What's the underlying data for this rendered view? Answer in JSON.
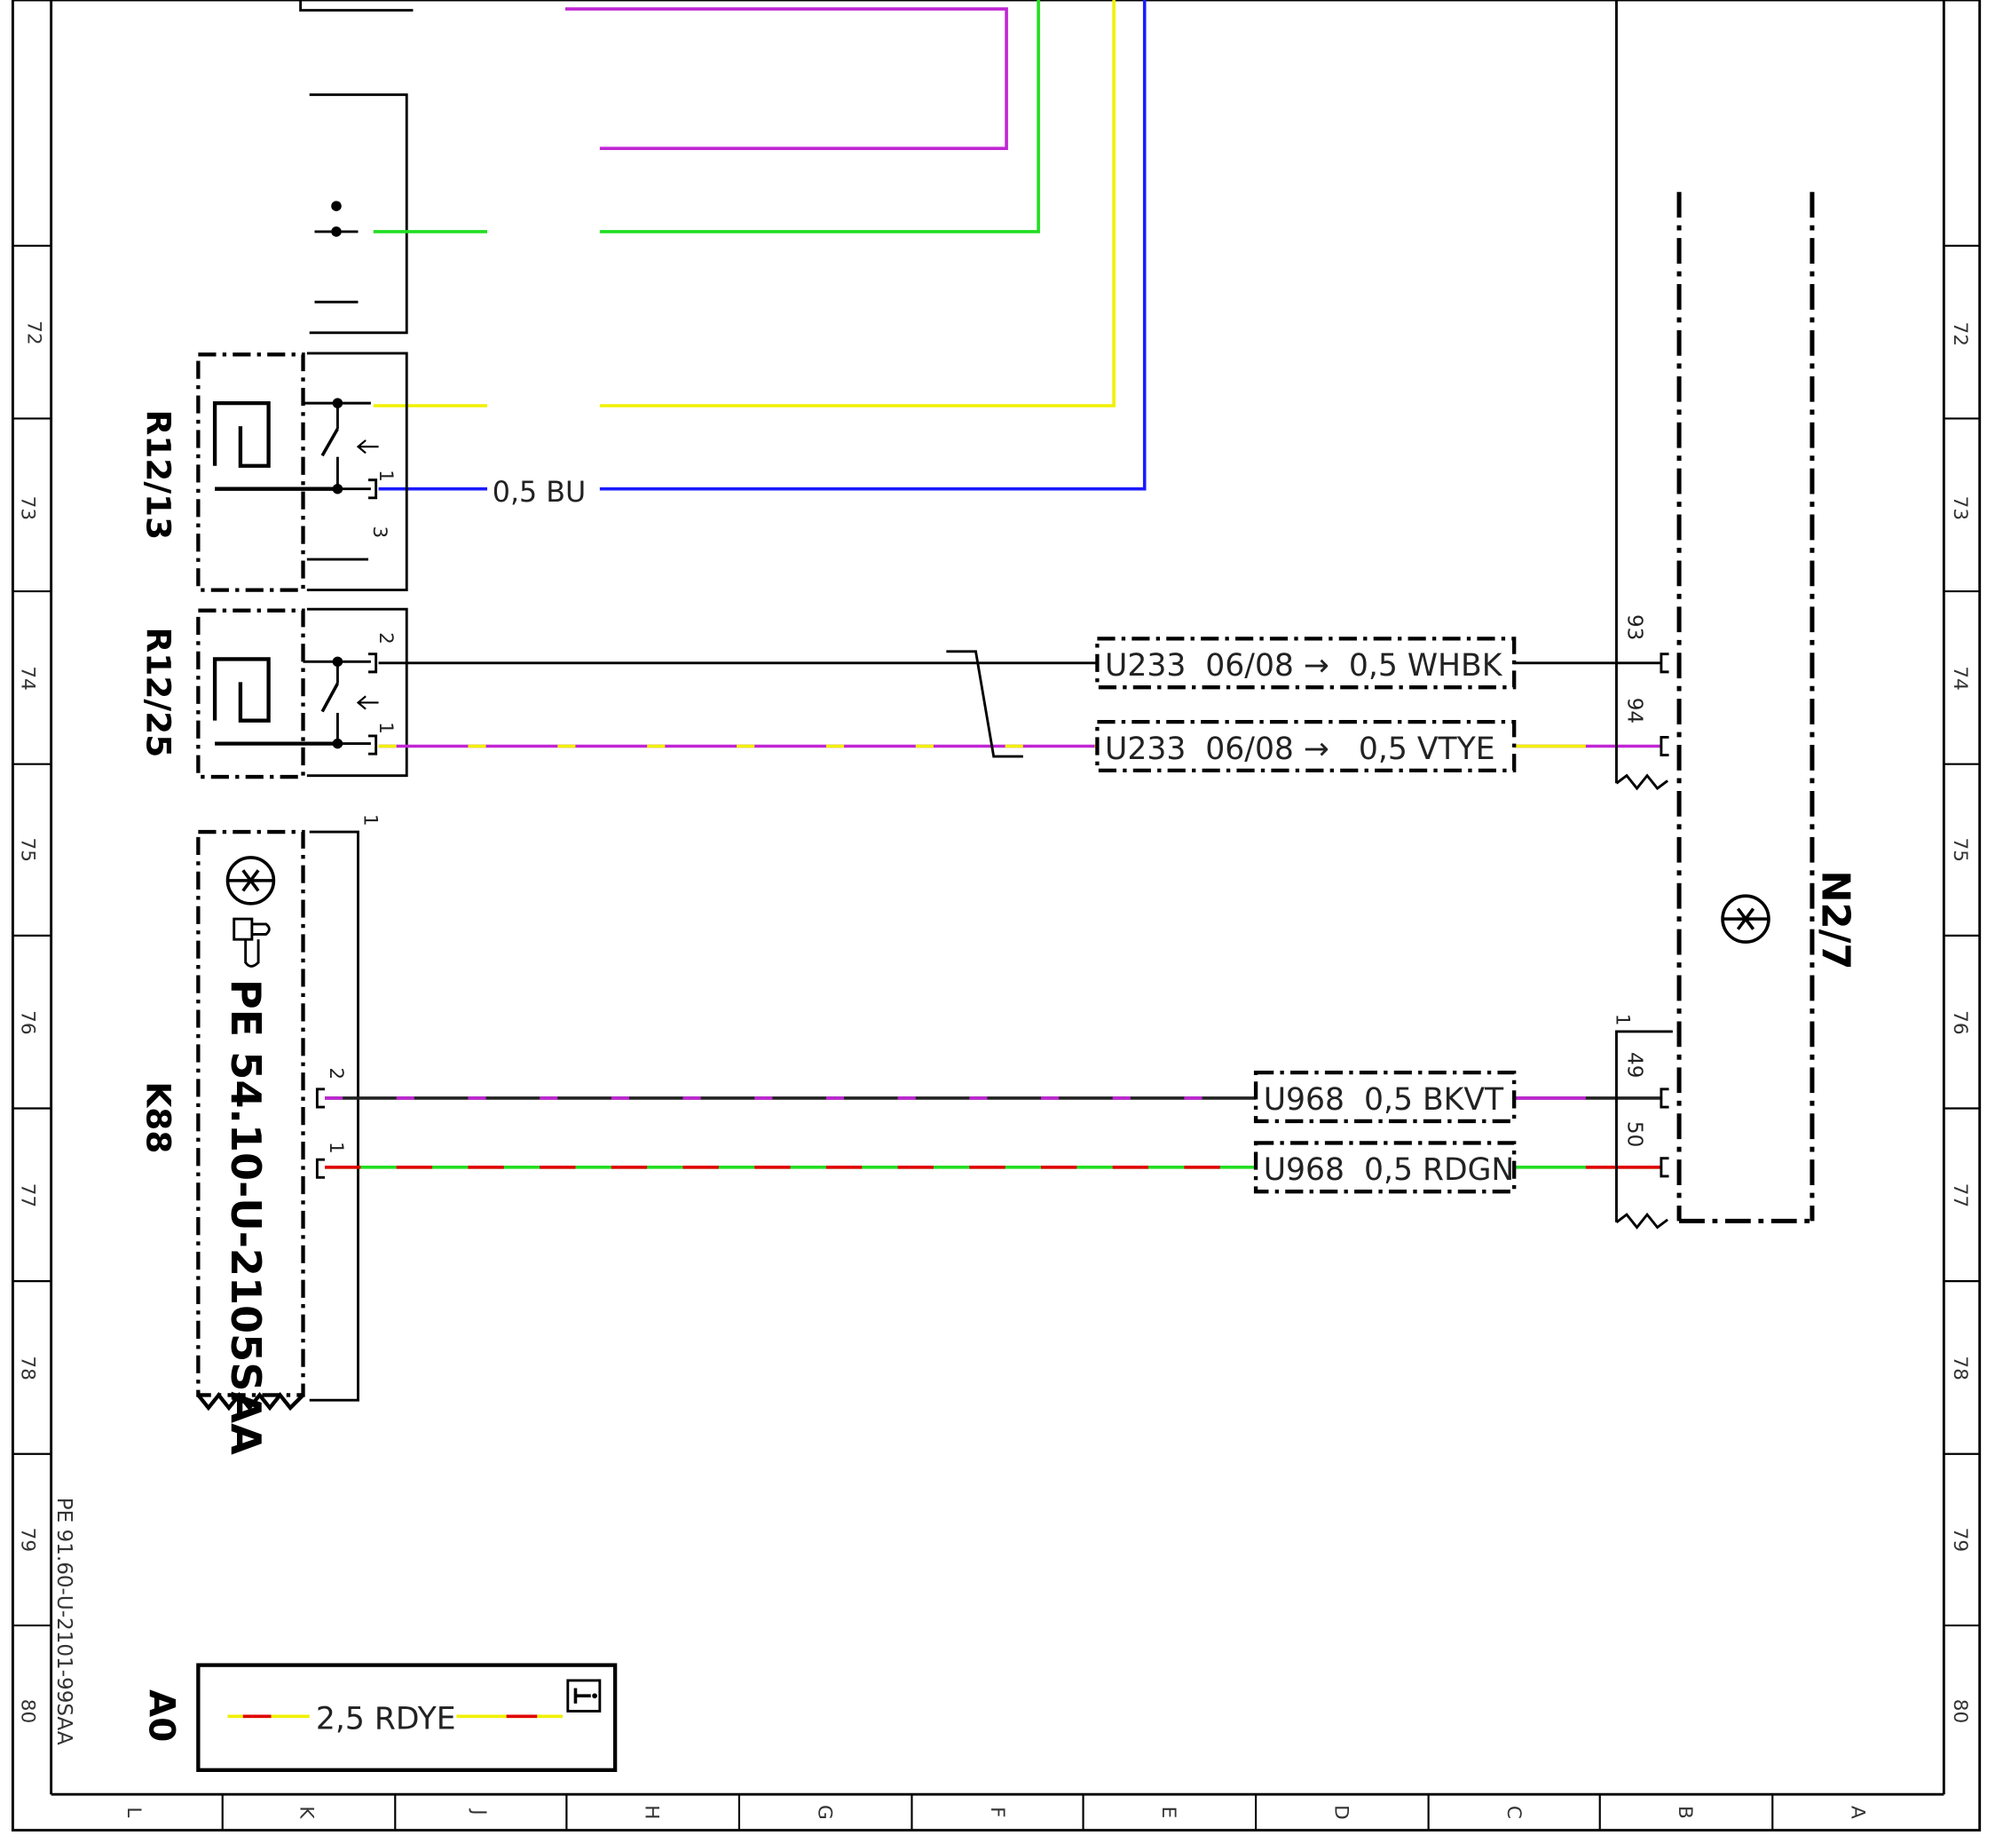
{
  "document_id": "PE 91.60-U-2101-99SAA",
  "grid": {
    "rows": [
      "72",
      "73",
      "74",
      "75",
      "76",
      "77",
      "78",
      "79",
      "80"
    ],
    "columns": [
      "L",
      "K",
      "J",
      "H",
      "G",
      "F",
      "E",
      "D",
      "C",
      "B",
      "A"
    ]
  },
  "components": {
    "r12_13": {
      "label": "R12/13",
      "pins": [
        "1",
        "3"
      ],
      "wire": "0,5 BU"
    },
    "r12_25": {
      "label": "R12/25",
      "pins": [
        "2",
        "1"
      ]
    },
    "k88": {
      "label": "K88",
      "ref": "PE 54.10-U-2105SAA",
      "pins": [
        "1",
        "2",
        "1"
      ]
    },
    "n2_7": {
      "label": "N2/7",
      "pins": [
        "93",
        "94",
        "1",
        "49",
        "50"
      ]
    },
    "a0": {
      "label": "A0",
      "wire": "2,5 RDYE"
    }
  },
  "connectors": [
    {
      "text": "U233  06/08 →  0,5 WHBK"
    },
    {
      "text": "U233  06/08 →   0,5 VTYE"
    },
    {
      "text": "U968  0,5 BKVT"
    },
    {
      "text": "U968  0,5 RDGN"
    }
  ],
  "colors": {
    "magenta": "#c026d3",
    "green": "#22dd22",
    "yellow": "#f0f000",
    "blue": "#1a1aff",
    "red": "#e00000",
    "black": "#000000"
  }
}
